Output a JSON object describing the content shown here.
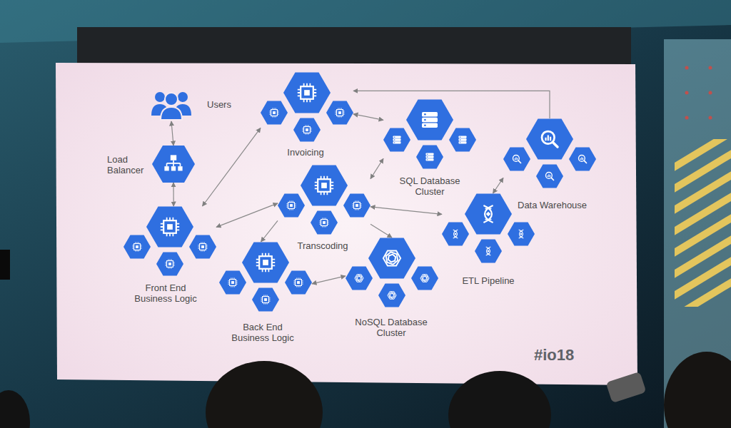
{
  "diagram": {
    "nodes": [
      {
        "text": [
          "Users"
        ]
      },
      {
        "text": [
          "Invoicing"
        ]
      },
      {
        "text": [
          "SQL Database Cluster"
        ]
      },
      {
        "text": [
          "Load Balancer"
        ]
      },
      {
        "text": [
          "Data Warehouse"
        ]
      },
      {
        "text": [
          "Transcoding"
        ]
      },
      {
        "text": [
          "ETL Pipeline"
        ]
      },
      {
        "text": [
          "Front End Business Logic"
        ]
      },
      {
        "text": [
          "Back End Business Logic"
        ]
      },
      {
        "text": [
          "NoSQL Database Cluster"
        ]
      }
    ],
    "edges": [
      {
        "from": 0,
        "to": 3,
        "arrow": "both"
      },
      {
        "from": 3,
        "to": 7,
        "arrow": "both"
      },
      {
        "from": 7,
        "to": 1,
        "arrow": "both"
      },
      {
        "from": 7,
        "to": 5,
        "arrow": "both"
      },
      {
        "from": 4,
        "to": 1,
        "arrow": "to"
      },
      {
        "from": 1,
        "to": 2,
        "arrow": "both"
      },
      {
        "from": 5,
        "to": 2,
        "arrow": "both"
      },
      {
        "from": 5,
        "to": 6,
        "arrow": "both"
      },
      {
        "from": 5,
        "to": 9,
        "arrow": "to"
      },
      {
        "from": 5,
        "to": 8,
        "arrow": "to"
      },
      {
        "from": 8,
        "to": 9,
        "arrow": "both"
      },
      {
        "from": 6,
        "to": 4,
        "arrow": "both"
      }
    ],
    "labels": [
      "#io18"
    ]
  }
}
